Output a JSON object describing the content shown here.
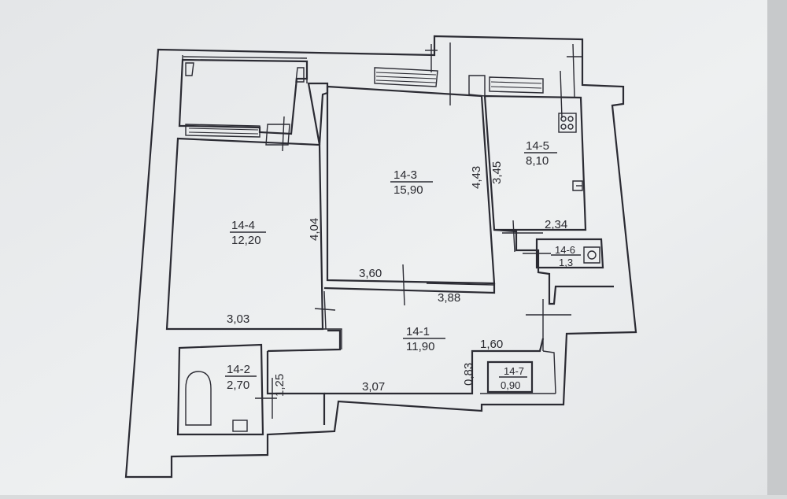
{
  "rooms": [
    {
      "id": "14-1",
      "area": "11,90"
    },
    {
      "id": "14-2",
      "area": "2,70"
    },
    {
      "id": "14-3",
      "area": "15,90"
    },
    {
      "id": "14-4",
      "area": "12,20"
    },
    {
      "id": "14-5",
      "area": "8,10"
    },
    {
      "id": "14-6",
      "area": "1,3"
    },
    {
      "id": "14-7",
      "area": "0,90"
    }
  ],
  "dimensions": {
    "r4_width": "3,03",
    "r4_height": "4,04",
    "r3_width": "3,60",
    "r3_height": "4,43",
    "corridor_upper": "3,88",
    "r5_width": "2,34",
    "r5_height": "3,45",
    "r1_width": "3,07",
    "r7_width": "1,60",
    "r7_height": "0,83",
    "r2_height": "1,25"
  },
  "colors": {
    "paper": "#eef0f1",
    "ink": "#2b2b33",
    "shadow": "#c9cbcd"
  }
}
